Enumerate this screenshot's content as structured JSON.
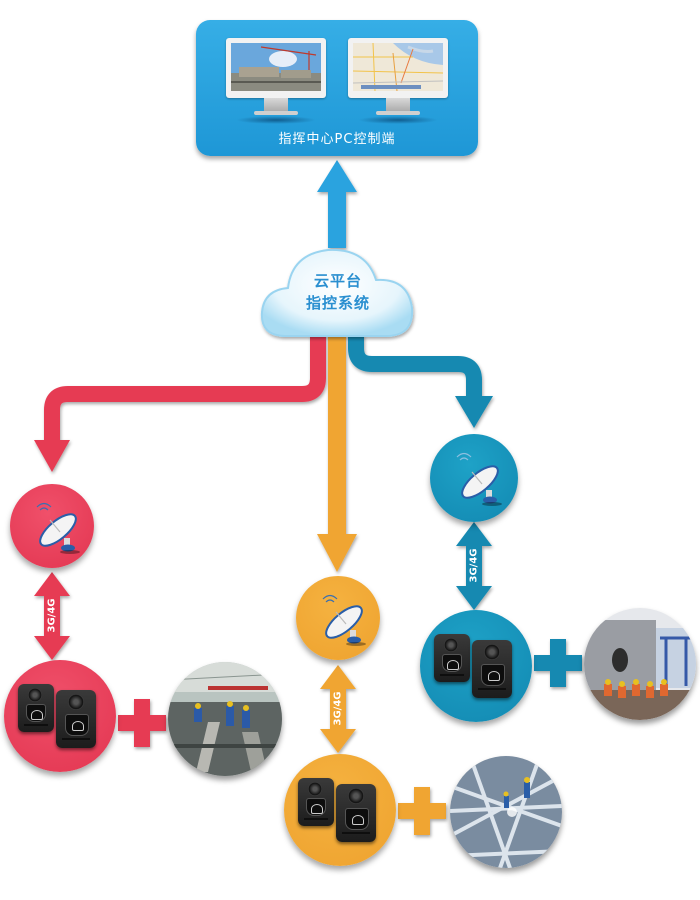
{
  "command_center": {
    "title": "指挥中心PC控制端",
    "monitors": [
      {
        "content": "construction-site-video"
      },
      {
        "content": "city-map"
      }
    ]
  },
  "cloud": {
    "line1": "云平台",
    "line2": "指控系统"
  },
  "colors": {
    "command_center": "#2aa3df",
    "up_arrow": "#2aa3df",
    "red_branch": "#e63a52",
    "orange_branch": "#f0a531",
    "blue_branch": "#1289b1",
    "cloud_text": "#2a8fd0"
  },
  "branches": [
    {
      "color": "red",
      "network_label": "3G/4G",
      "station_icon": "satellite-dish-icon",
      "devices": "body-camera-pair",
      "scene": "factory-workers-steel-beams"
    },
    {
      "color": "orange",
      "network_label": "3G/4G",
      "station_icon": "satellite-dish-icon",
      "devices": "body-camera-pair",
      "scene": "workers-on-steel-truss"
    },
    {
      "color": "blue",
      "network_label": "3G/4G",
      "station_icon": "satellite-dish-icon",
      "devices": "body-camera-pair",
      "scene": "shipyard-workers-crane"
    }
  ]
}
